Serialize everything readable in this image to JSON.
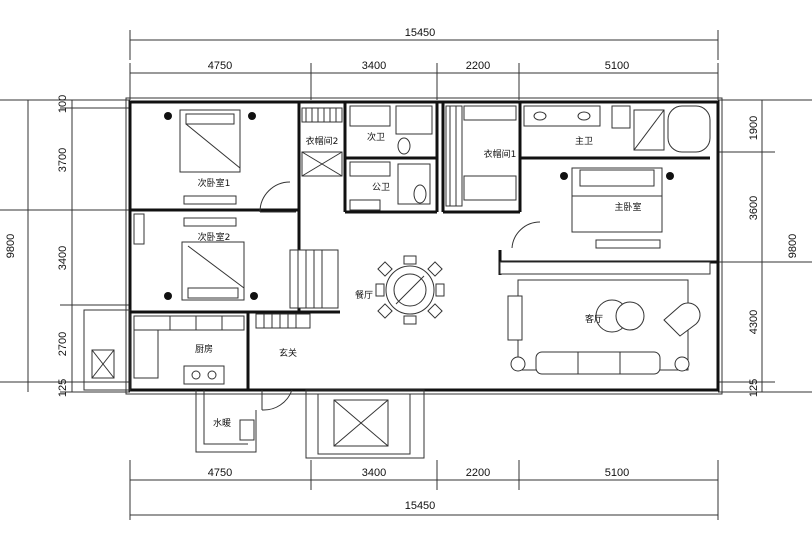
{
  "dimensions": {
    "top_total": "15450",
    "top_segments": [
      "4750",
      "3400",
      "2200",
      "5100"
    ],
    "bottom_total": "15450",
    "bottom_segments": [
      "4750",
      "3400",
      "2200",
      "5100"
    ],
    "left_total": "9800",
    "left_segments": [
      "100",
      "3700",
      "3400",
      "2700",
      "125"
    ],
    "right_total": "9800",
    "right_segments": [
      "1900",
      "3600",
      "4300",
      "125"
    ]
  },
  "rooms": {
    "bedroom2_1": "次卧室1",
    "bedroom2_2": "次卧室2",
    "closet2": "衣帽间2",
    "closet1": "衣帽间1",
    "bath_secondary": "次卫",
    "bath_public": "公卫",
    "bath_master": "主卫",
    "master_bedroom": "主卧室",
    "dining": "餐厅",
    "living": "客厅",
    "kitchen": "厨房",
    "entry": "玄关",
    "water_heater": "水暖"
  }
}
